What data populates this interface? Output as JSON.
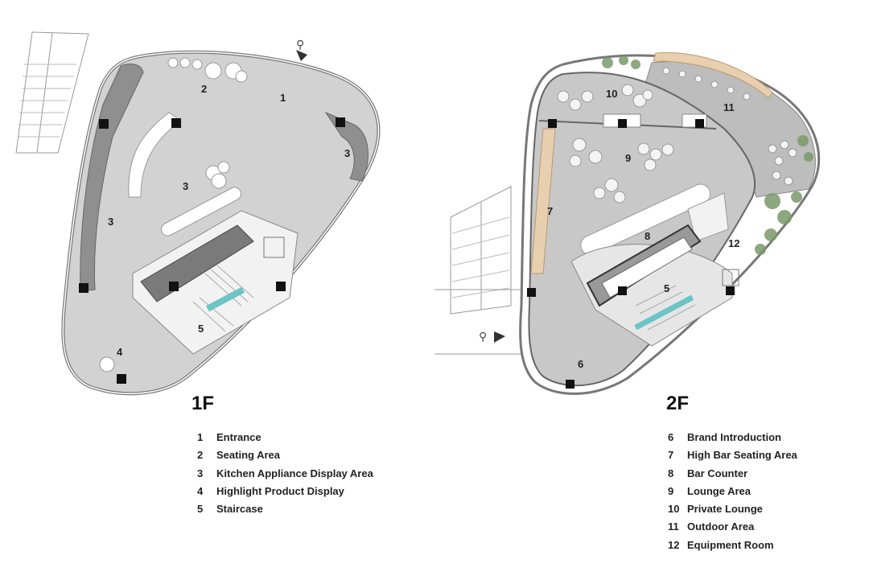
{
  "floor_1": {
    "title": "1F",
    "plan_labels": {
      "entrance": "1",
      "seating": "2",
      "kitchen_a": "3",
      "kitchen_b": "3",
      "kitchen_c": "3",
      "highlight": "4",
      "staircase": "5"
    },
    "legend": [
      {
        "num": "1",
        "label": "Entrance"
      },
      {
        "num": "2",
        "label": "Seating Area"
      },
      {
        "num": "3",
        "label": "Kitchen Appliance Display Area"
      },
      {
        "num": "4",
        "label": "Highlight Product Display"
      },
      {
        "num": "5",
        "label": "Staircase"
      }
    ]
  },
  "floor_2": {
    "title": "2F",
    "plan_labels": {
      "brand": "6",
      "high_bar": "7",
      "bar": "8",
      "lounge": "9",
      "private": "10",
      "outdoor": "11",
      "equipment": "12",
      "staircase": "5"
    },
    "legend": [
      {
        "num": "6",
        "label": "Brand Introduction"
      },
      {
        "num": "7",
        "label": "High Bar Seating Area"
      },
      {
        "num": "8",
        "label": "Bar Counter"
      },
      {
        "num": "9",
        "label": "Lounge Area"
      },
      {
        "num": "10",
        "label": "Private Lounge"
      },
      {
        "num": "11",
        "label": "Outdoor Area"
      },
      {
        "num": "12",
        "label": "Equipment Room"
      }
    ]
  },
  "colors": {
    "floor": "#d2d2d2",
    "furniture_dark": "#8a8a8a",
    "glass": "#6cc4c4",
    "wood": "#e8cfb0",
    "plants": "#7a9a6a"
  }
}
